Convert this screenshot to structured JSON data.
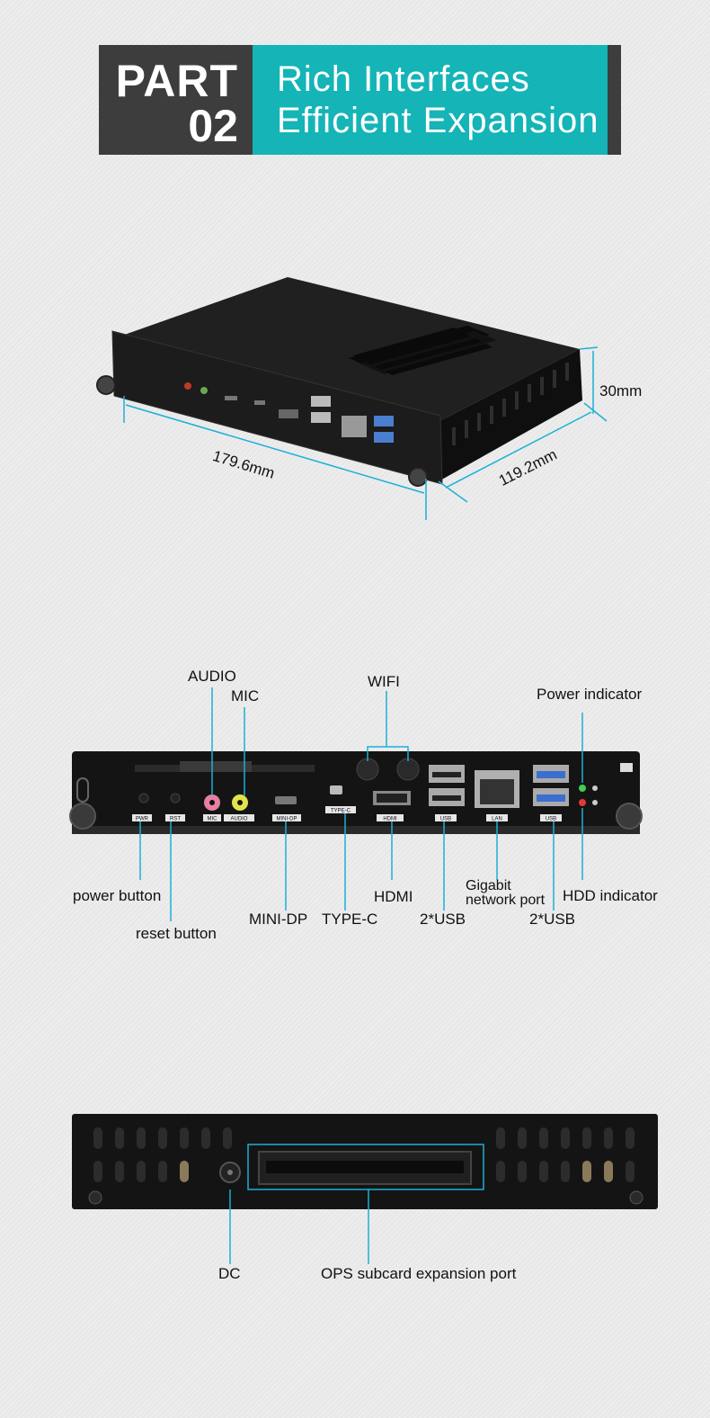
{
  "header": {
    "part_word": "PART",
    "part_number": "02",
    "title_line_1": "Rich Interfaces",
    "title_line_2": "Efficient Expansion",
    "accent_color": "#14b4b7",
    "dark_color": "#3d3d3d"
  },
  "dimensions": {
    "length": "179.6mm",
    "width": "119.2mm",
    "height": "30mm"
  },
  "front_panel": {
    "port_silkscreen": [
      "PWR",
      "RST",
      "MIC",
      "AUDIO",
      "MINI-DP",
      "TYPE-C",
      "HDMI",
      "USB",
      "LAN",
      "USB"
    ],
    "callouts_top": {
      "audio": "AUDIO",
      "mic": "MIC",
      "wifi": "WIFI",
      "power_indicator": "Power indicator"
    },
    "callouts_bottom": {
      "power_button": "power button",
      "reset_button": "reset button",
      "mini_dp": "MINI-DP",
      "type_c": "TYPE-C",
      "hdmi": "HDMI",
      "usb_left": "2*USB",
      "gigabit_line_1": "Gigabit",
      "gigabit_line_2": "network port",
      "usb_right": "2*USB",
      "hdd_indicator": "HDD indicator"
    }
  },
  "rear_panel": {
    "dc": "DC",
    "ops": "OPS subcard expansion port"
  },
  "colors": {
    "callout_line": "#1ab0d8",
    "device_body": "#1a1a1a"
  }
}
